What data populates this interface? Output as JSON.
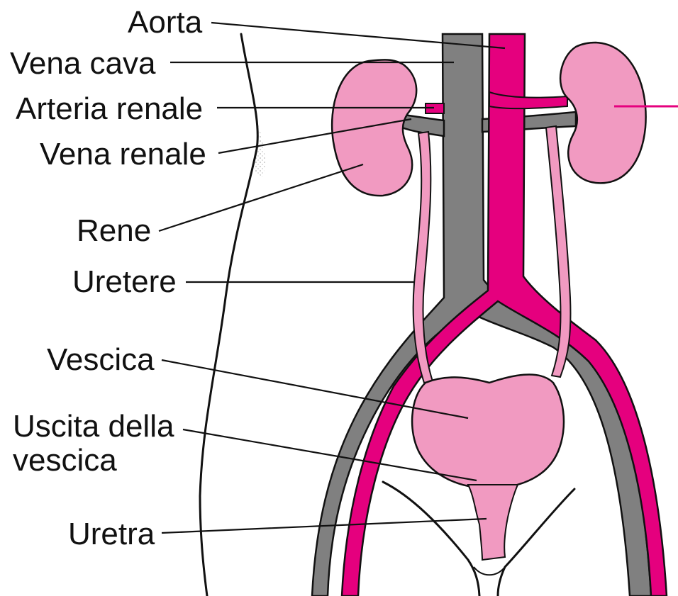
{
  "colors": {
    "aorta": "#E5007E",
    "vena_cava": "#808080",
    "organ": "#F19AC1",
    "line": "#111111",
    "background": "#FFFFFF"
  },
  "labels": {
    "aorta": "Aorta",
    "vena_cava": "Vena cava",
    "arteria_renale": "Arteria renale",
    "vena_renale": "Vena renale",
    "rene": "Rene",
    "uretere": "Uretere",
    "vescica": "Vescica",
    "uscita_line1": "Uscita della",
    "uscita_line2": "vescica",
    "uretra": "Uretra"
  }
}
